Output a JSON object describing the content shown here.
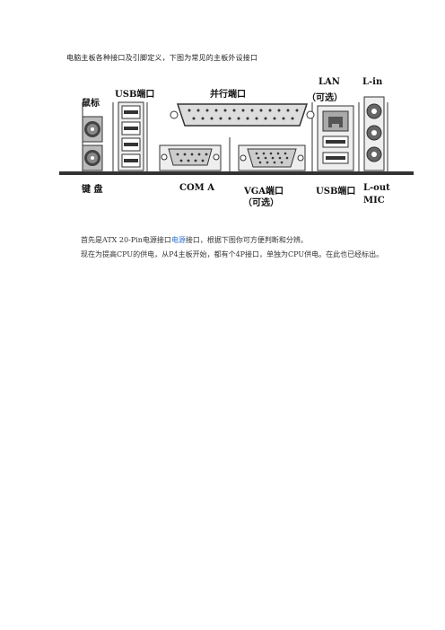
{
  "intro": "电脑主板各种接口及引脚定义，下图为常见的主板外设接口",
  "labels": {
    "mouse": "鼠标",
    "usb_top": "USB端口",
    "parallel": "并行端口",
    "lan": "LAN",
    "lan_optional": "（可选）",
    "line_in": "L-in",
    "keyboard": "键 盘",
    "com": "COM A",
    "vga": "VGA端口",
    "vga_optional": "（可选）",
    "usb_bottom": "USB端口",
    "line_out": "L-out",
    "mic": "MIC"
  },
  "para1": {
    "prefix": "首先是ATX 20-Pin电源接口",
    "link": "电源",
    "suffix": "接口，根据下图你可方便判断和分辨。"
  },
  "para2": "现在为提高CPU的供电，从P4主板开始，都有个4P接口，单独为CPU供电。在此也已经标出。"
}
